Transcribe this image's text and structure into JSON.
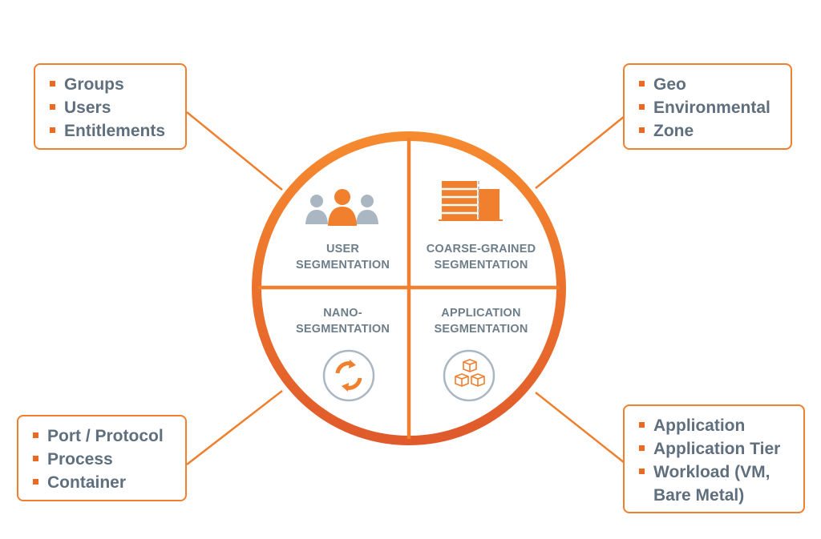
{
  "colors": {
    "accent": "#f07f2e",
    "accent_dark": "#e0562b",
    "text": "#5f6f7d",
    "icon_gray": "#aab6c1"
  },
  "quadrants": {
    "user": {
      "label": "USER\nSEGMENTATION",
      "icon": "people-icon"
    },
    "coarse": {
      "label": "COARSE-GRAINED\nSEGMENTATION",
      "icon": "building-icon"
    },
    "nano": {
      "label": "NANO-\nSEGMENTATION",
      "icon": "cycle-arrows-icon"
    },
    "application": {
      "label": "APPLICATION\nSEGMENTATION",
      "icon": "boxes-icon"
    }
  },
  "boxes": {
    "top_left": {
      "items": [
        "Groups",
        "Users",
        "Entitlements"
      ]
    },
    "top_right": {
      "items": [
        "Geo",
        "Environmental",
        "Zone"
      ]
    },
    "bottom_left": {
      "items": [
        "Port / Protocol",
        "Process",
        "Container"
      ]
    },
    "bottom_right": {
      "items": [
        "Application",
        "Application Tier",
        "Workload (VM,\nBare Metal)"
      ]
    }
  }
}
